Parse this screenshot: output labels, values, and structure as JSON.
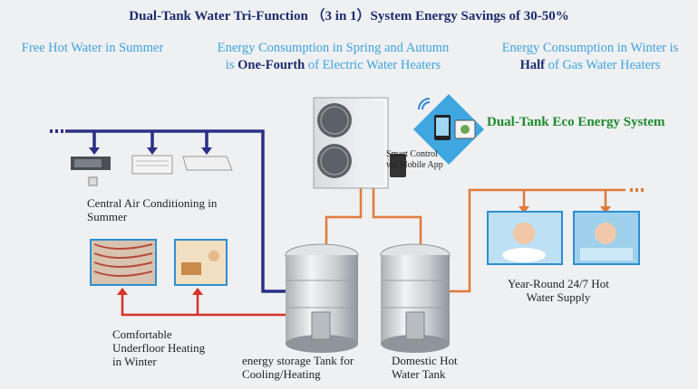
{
  "title": "Dual-Tank Water Tri-Function （3 in 1）System Energy Savings of 30-50%",
  "summer": "Free Hot Water in Summer",
  "spring_line1": "Energy Consumption in Spring and Autumn",
  "spring_pre": "is ",
  "spring_bold": "One-Fourth",
  "spring_post": " of Electric Water Heaters",
  "winter_line1": "Energy Consumption in Winter is",
  "winter_bold": "Half",
  "winter_post": " of Gas Water Heaters",
  "eco_system": "Dual-Tank Eco Energy System",
  "smart_control_1": "Smart Control",
  "smart_control_2": "via Mobile App",
  "central_ac_1": "Central Air Conditioning in",
  "central_ac_2": "Summer",
  "underfloor_1": "Comfortable",
  "underfloor_2": "Underfloor Heating",
  "underfloor_3": "in Winter",
  "storage_tank_1": "energy storage Tank for",
  "storage_tank_2": "Cooling/Heating",
  "domestic_tank_1": "Domestic Hot",
  "domestic_tank_2": "Water Tank",
  "hot_water_1": "Year-Round 24/7 Hot",
  "hot_water_2": "Water Supply",
  "colors": {
    "cold_pipe": "#2b2f86",
    "hot_pipe": "#e07a3a",
    "heat_pipe": "#d6332a",
    "title": "#1d2c6e",
    "accent": "#3fa3dd",
    "eco": "#1f8a2e"
  }
}
